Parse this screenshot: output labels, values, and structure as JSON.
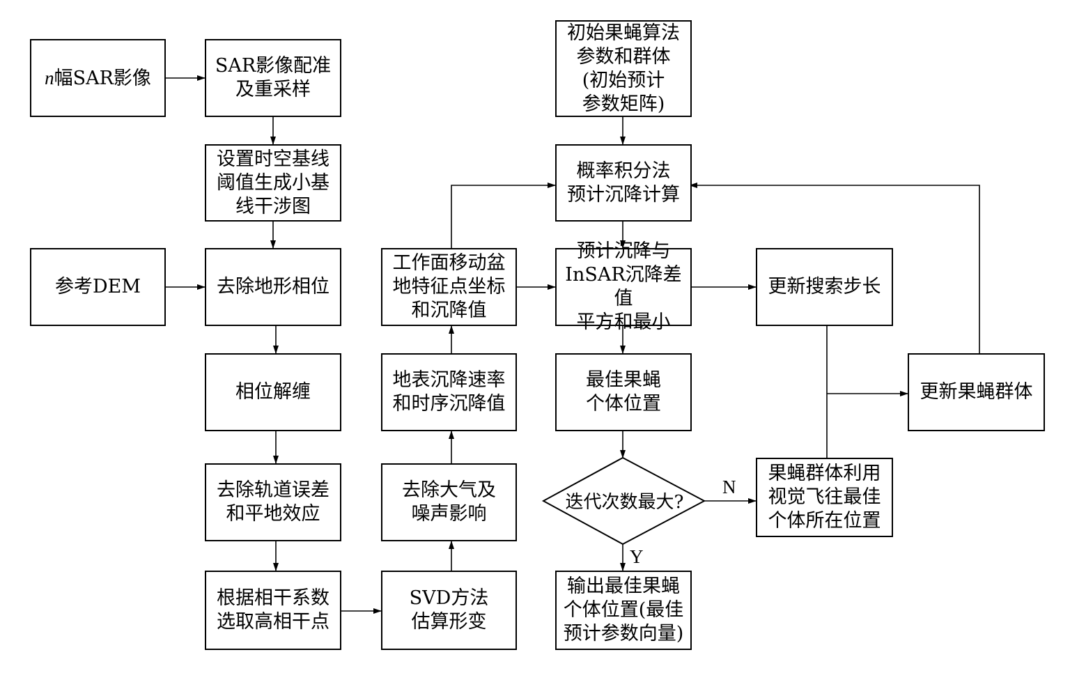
{
  "nodes": {
    "n_sar_images": [
      "n幅SAR影像"
    ],
    "registration": [
      "SAR影像配准",
      "及重采样"
    ],
    "baseline_threshold": [
      "设置时空基线",
      "阈值生成小基",
      "线干涉图"
    ],
    "reference_dem": [
      "参考DEM"
    ],
    "remove_topo_phase": [
      "去除地形相位"
    ],
    "phase_unwrapping": [
      "相位解缠"
    ],
    "remove_orbit_error": [
      "去除轨道误差",
      "和平地效应"
    ],
    "select_coherent_points": [
      "根据相干系数",
      "选取高相干点"
    ],
    "svd_estimate": [
      "SVD方法",
      "估算形变"
    ],
    "remove_atmosphere": [
      "去除大气及",
      "噪声影响"
    ],
    "subsidence_rate": [
      "地表沉降速率",
      "和时序沉降值"
    ],
    "feature_points": [
      "工作面移动盆",
      "地特征点坐标",
      "和沉降值"
    ],
    "init_fruit_fly": [
      "初始果蝇算法",
      "参数和群体",
      "(初始预计",
      "参数矩阵)"
    ],
    "probability_integral": [
      "概率积分法",
      "预计沉降计算"
    ],
    "min_square_diff": [
      "预计沉降与",
      "InSAR沉降差值",
      "平方和最小"
    ],
    "best_position": [
      "最佳果蝇",
      "个体位置"
    ],
    "max_iteration": [
      "迭代次数最大?"
    ],
    "output_best": [
      "输出最佳果蝇",
      "个体位置(最佳",
      "预计参数向量)"
    ],
    "update_step": [
      "更新搜索步长"
    ],
    "update_population": [
      "更新果蝇群体"
    ],
    "fly_to_best": [
      "果蝇群体利用",
      "视觉飞往最佳",
      "个体所在位置"
    ]
  },
  "labels": {
    "no": "N",
    "yes": "Y"
  }
}
